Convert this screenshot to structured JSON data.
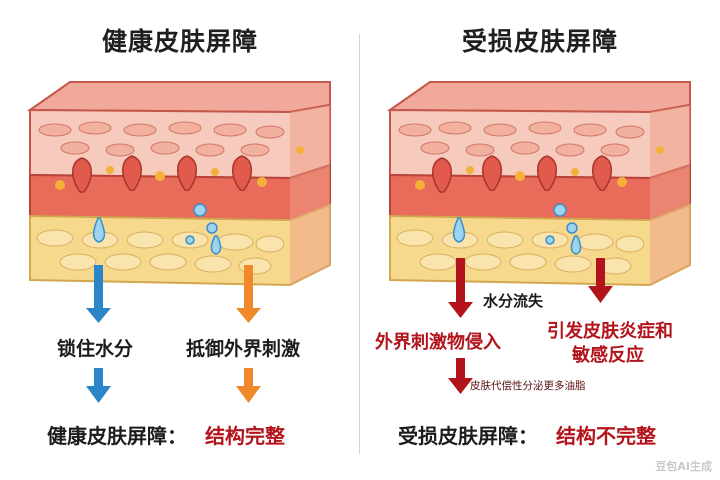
{
  "left": {
    "title": "健康皮肤屏障",
    "label_lock": "锁住水分",
    "label_defend": "抵御外界刺激",
    "conclusion_prefix": "健康皮肤屏障：",
    "conclusion_value": "结构完整"
  },
  "right": {
    "title": "受损皮肤屏障",
    "label_water_loss": "水分流失",
    "label_irritant": "外界刺激物侵入",
    "label_inflammation_line1": "引发皮肤炎症和",
    "label_inflammation_line2": "敏感反应",
    "label_sebum": "皮肤代偿性分泌更多油脂",
    "conclusion_prefix": "受损皮肤屏障：",
    "conclusion_value": "结构不完整"
  },
  "watermark": "豆包AI生成",
  "colors": {
    "arrow_blue": "#2a86c9",
    "arrow_orange": "#f0892a",
    "arrow_red": "#b3141c",
    "accent_red": "#b3141c"
  }
}
